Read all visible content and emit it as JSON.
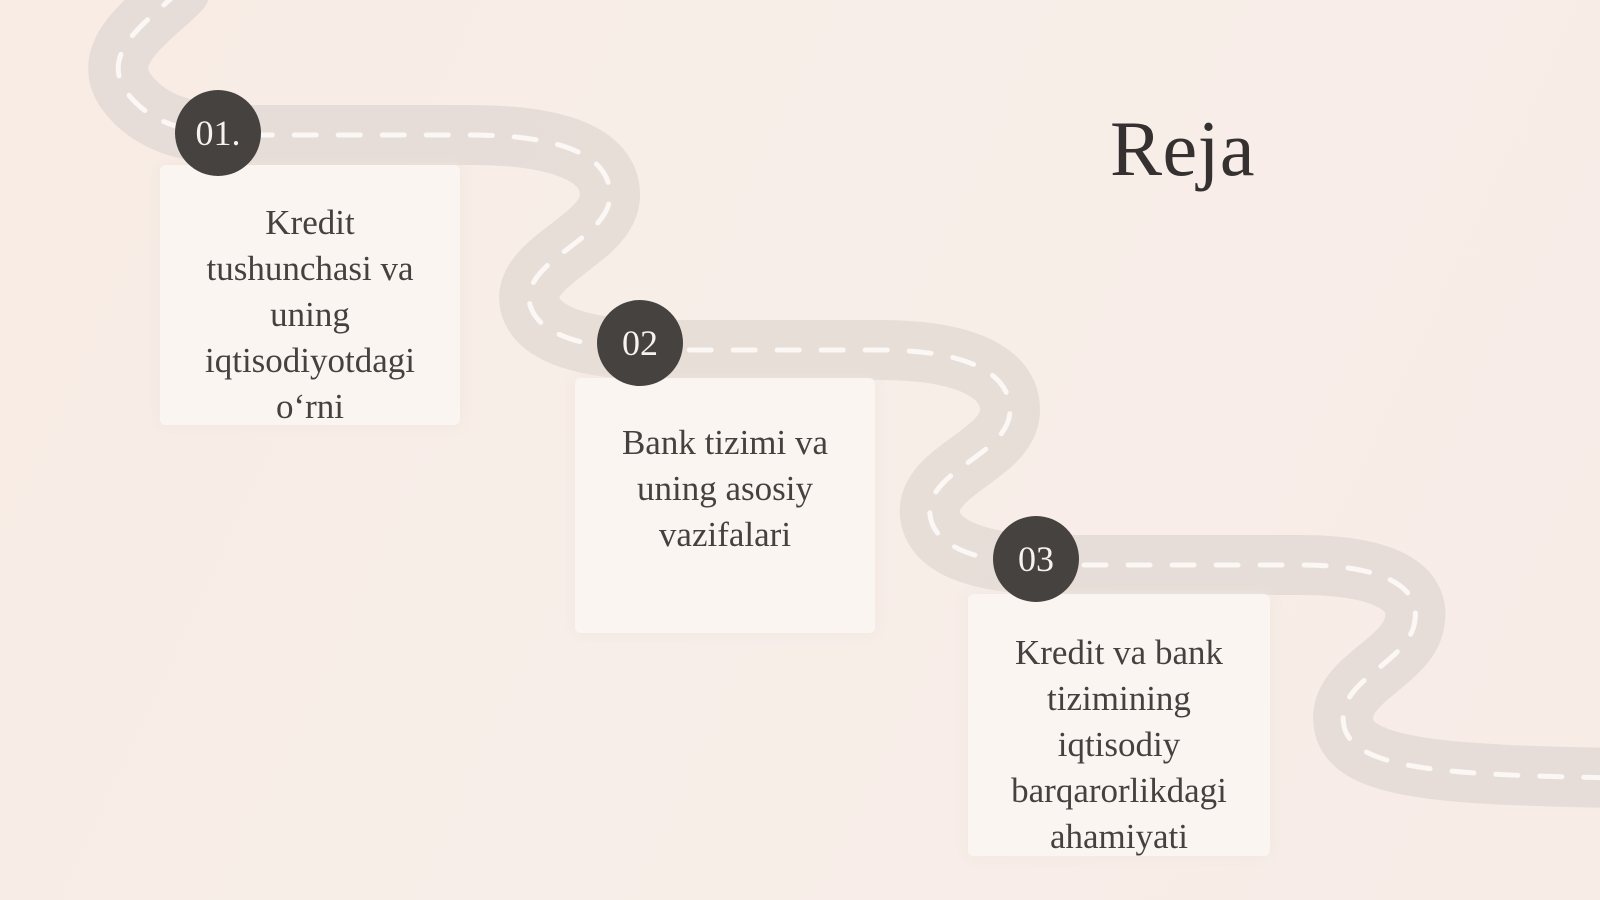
{
  "slide": {
    "title": "Reja",
    "background_color": "#f7ede6",
    "road_color": "#e6dcd7",
    "road_dash_color": "#f9f6f4",
    "badge_color": "#45423f"
  },
  "steps": [
    {
      "number": "01.",
      "lines": [
        "Kredit",
        "tushunchasi va",
        "uning",
        "iqtisodiyotdagi",
        "o‘rni"
      ]
    },
    {
      "number": "02",
      "lines": [
        "Bank tizimi va",
        "uning asosiy",
        "vazifalari"
      ]
    },
    {
      "number": "03",
      "lines": [
        "Kredit va bank",
        "tizimining",
        "iqtisodiy",
        "barqarorlikdagi",
        "ahamiyati"
      ]
    }
  ]
}
